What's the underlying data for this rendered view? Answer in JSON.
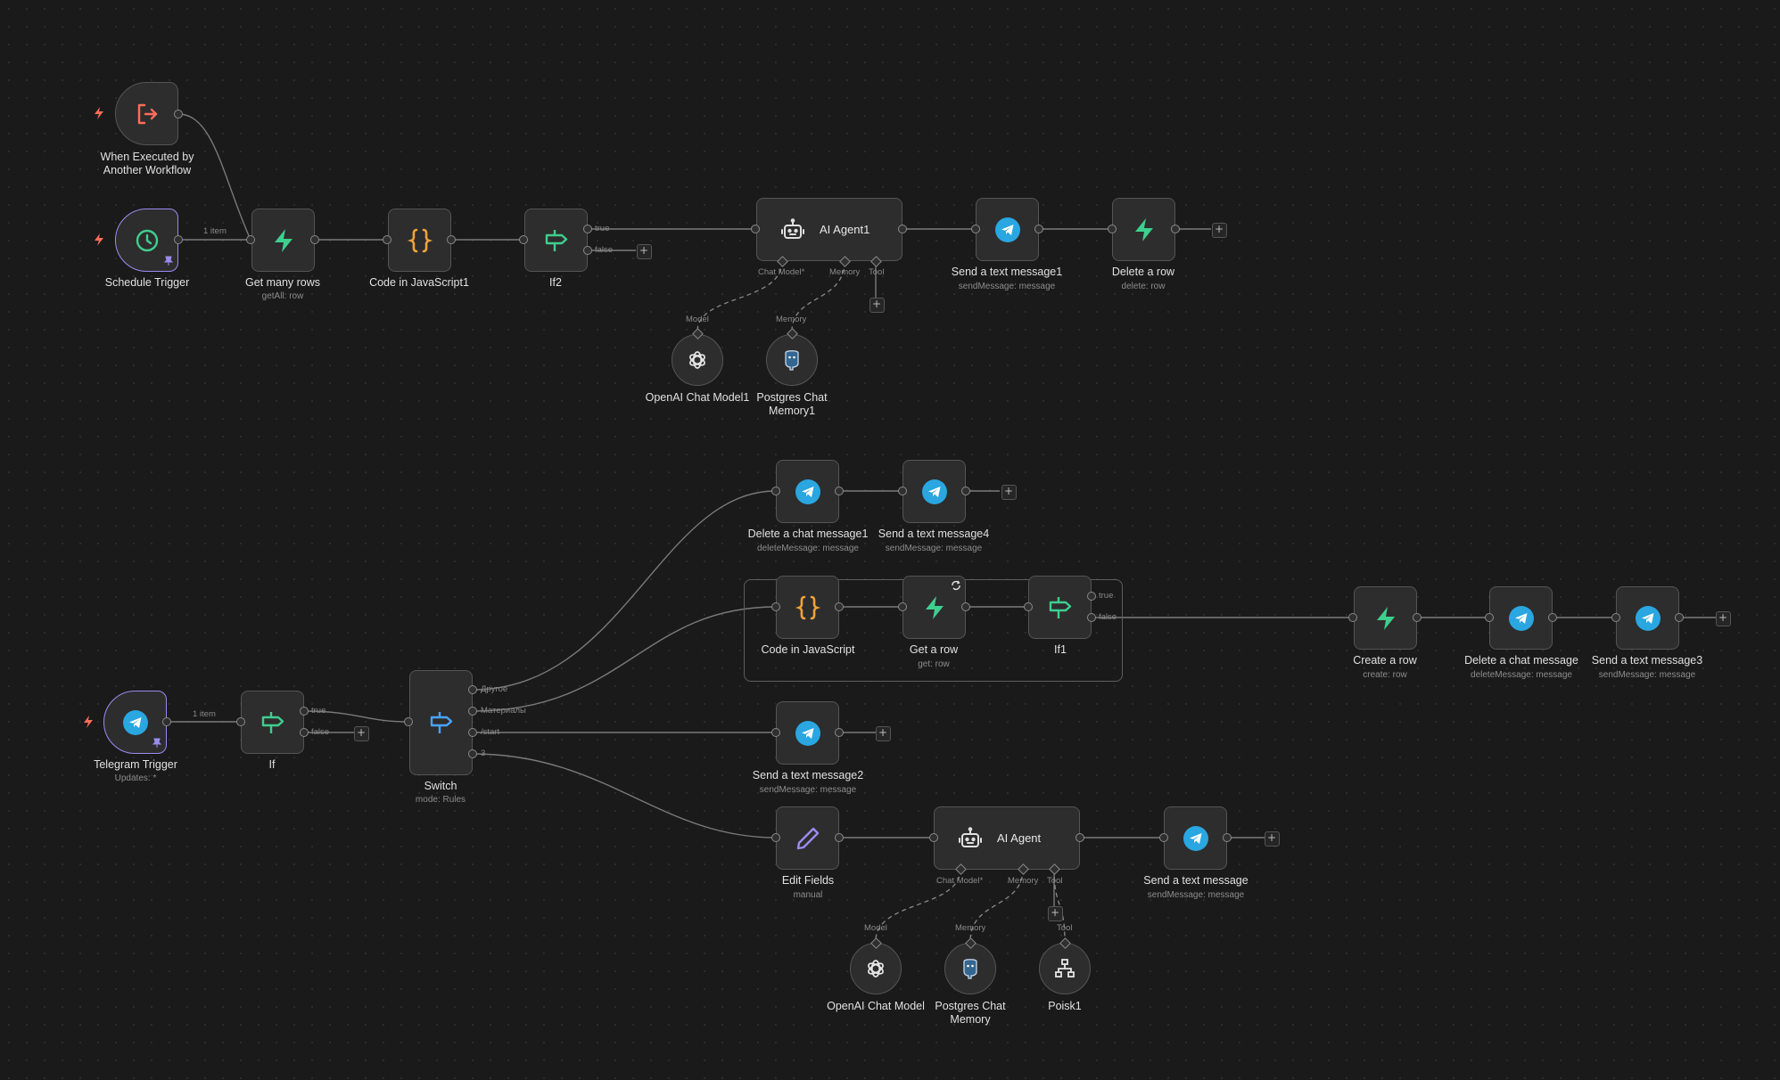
{
  "colors": {
    "canvas": "#1a1a1a",
    "node": "#2d2d2d",
    "supabase": "#3ecf8e",
    "telegram": "#2aa6e0",
    "code": "#f0a33a",
    "if": "#3ecf8e",
    "switch": "#4aa3ff",
    "trigger_exit": "#ff6d5a",
    "pinned": "#9b8cf0",
    "edit_fields": "#9a8cf0"
  },
  "top": {
    "exec_trigger": {
      "label1": "When Executed by",
      "label2": "Another Workflow",
      "icon": "sign-out-icon"
    },
    "schedule_trigger": {
      "label": "Schedule Trigger",
      "icon": "clock-icon"
    },
    "wire_items": "1 item",
    "get_many_rows": {
      "label": "Get many rows",
      "sub": "getAll: row",
      "icon": "supabase-icon"
    },
    "code_js1": {
      "label": "Code in JavaScript1",
      "icon": "code-braces-icon"
    },
    "if2": {
      "label": "If2",
      "true": "true",
      "false": "false",
      "icon": "signpost-icon"
    },
    "ai_agent1": {
      "title": "AI Agent1",
      "chat_model": "Chat Model*",
      "memory": "Memory",
      "tool": "Tool",
      "icon": "robot-icon"
    },
    "send_text1": {
      "label": "Send a text message1",
      "sub": "sendMessage: message"
    },
    "delete_row": {
      "label": "Delete a row",
      "sub": "delete: row"
    },
    "openai_model1": {
      "caption": "Model",
      "label": "OpenAI Chat Model1",
      "icon": "openai-icon"
    },
    "pg_memory1": {
      "caption": "Memory",
      "label1": "Postgres Chat",
      "label2": "Memory1",
      "icon": "postgres-icon"
    }
  },
  "bottom": {
    "telegram_trigger": {
      "label": "Telegram Trigger",
      "sub": "Updates: *"
    },
    "wire_items": "1 item",
    "if": {
      "label": "If",
      "true": "true",
      "false": "false"
    },
    "switch": {
      "label": "Switch",
      "sub": "mode: Rules",
      "out0": "Другое",
      "out1": "Материалы",
      "out2": "/start",
      "out3": "3"
    },
    "delete_chat1": {
      "label": "Delete a chat message1",
      "sub": "deleteMessage: message"
    },
    "send_text4": {
      "label": "Send a text message4",
      "sub": "sendMessage: message"
    },
    "code_js": {
      "label": "Code in JavaScript"
    },
    "get_row": {
      "label": "Get a row",
      "sub": "get: row"
    },
    "if1": {
      "label": "If1",
      "true": "true",
      "false": "false"
    },
    "create_row": {
      "label": "Create a row",
      "sub": "create: row"
    },
    "delete_chat": {
      "label": "Delete a chat message",
      "sub": "deleteMessage: message"
    },
    "send_text3": {
      "label": "Send a text message3",
      "sub": "sendMessage: message"
    },
    "send_text2": {
      "label": "Send a text message2",
      "sub": "sendMessage: message"
    },
    "edit_fields": {
      "label": "Edit Fields",
      "sub": "manual",
      "icon": "pencil-icon"
    },
    "ai_agent": {
      "title": "AI Agent",
      "chat_model": "Chat Model*",
      "memory": "Memory",
      "tool": "Tool"
    },
    "send_text": {
      "label": "Send a text message",
      "sub": "sendMessage: message"
    },
    "openai_model": {
      "caption": "Model",
      "label": "OpenAI Chat Model"
    },
    "pg_memory": {
      "caption": "Memory",
      "label1": "Postgres Chat",
      "label2": "Memory"
    },
    "poisk1": {
      "caption": "Tool",
      "label": "Poisk1",
      "icon": "sitemap-icon"
    }
  },
  "ui": {
    "add_symbol": "+"
  }
}
